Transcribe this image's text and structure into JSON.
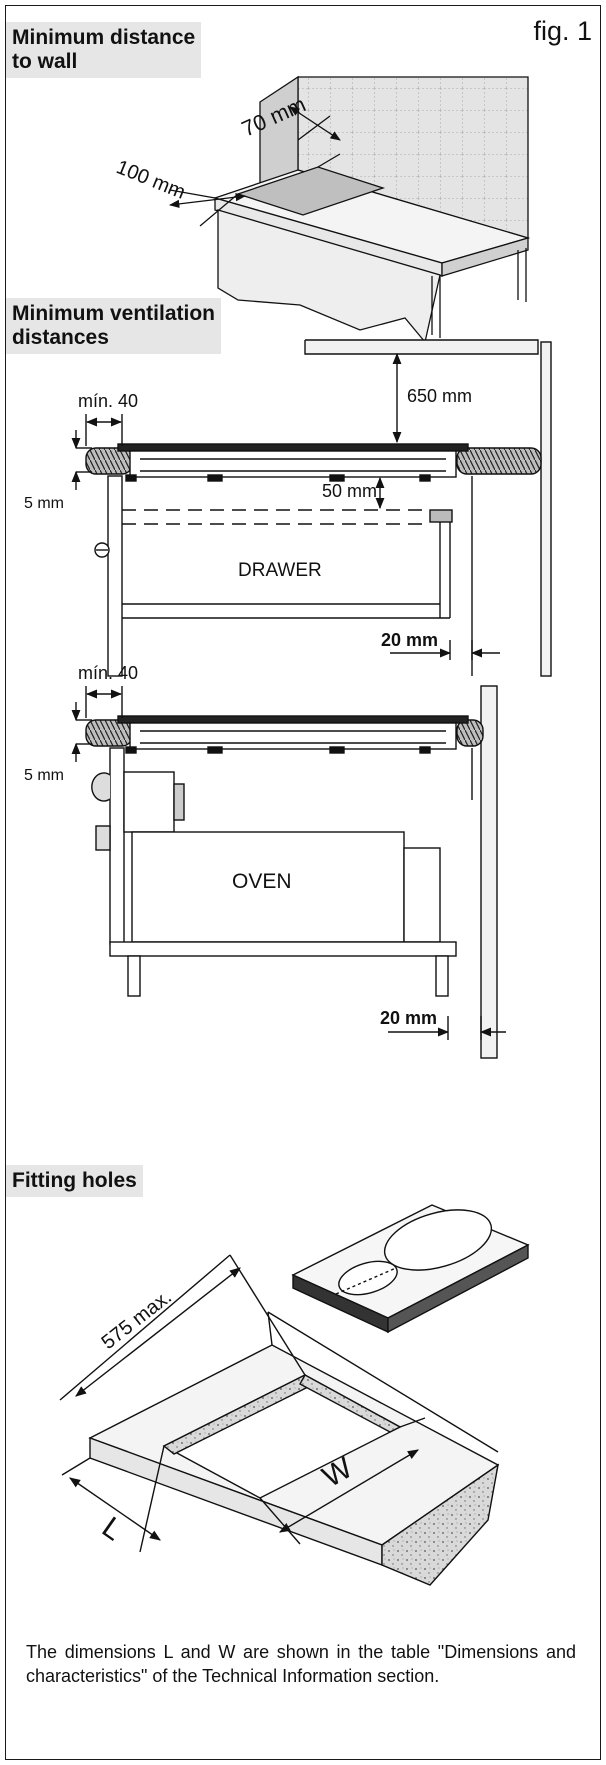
{
  "fig_label": "fig. 1",
  "wall": {
    "title": "Minimum distance\nto wall",
    "dim_back": "70 mm",
    "dim_side": "100 mm"
  },
  "ventilation": {
    "title": "Minimum ventilation\ndistances",
    "drawer_scene": {
      "dim_min": "mín. 40",
      "dim_top": "650 mm",
      "dim_5": "5 mm",
      "dim_50": "50 mm",
      "drawer_label": "DRAWER",
      "dim_20": "20 mm"
    },
    "oven_scene": {
      "dim_min": "mín. 40",
      "dim_5": "5 mm",
      "oven_label": "OVEN",
      "dim_20": "20 mm"
    }
  },
  "fitting": {
    "title": "Fitting holes",
    "dim_575": "575 max.",
    "dim_w": "W",
    "dim_l": "L"
  },
  "caption": "The dimensions L and W are shown in the table \"Dimensions and characteristics\" of the Technical Information section."
}
